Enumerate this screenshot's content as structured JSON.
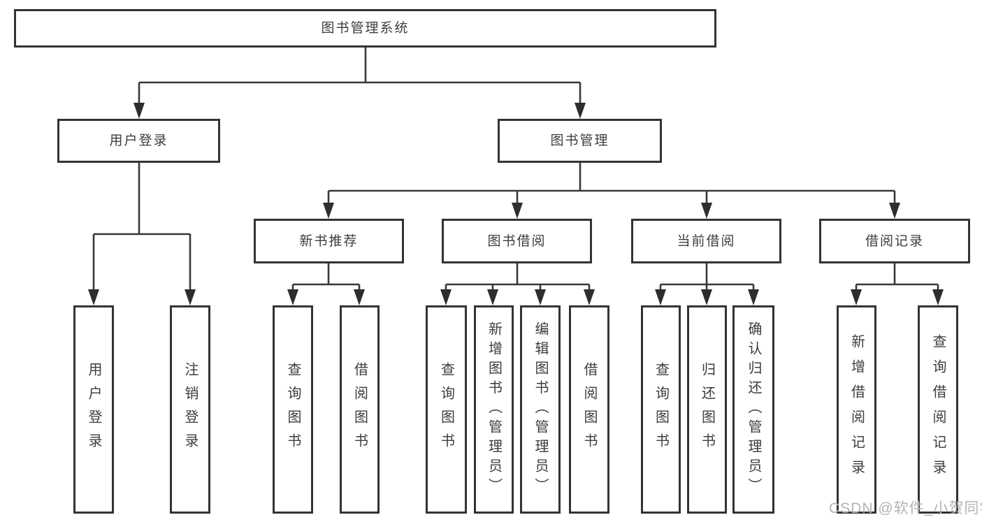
{
  "watermark": "CSDN @软件_小贺同学",
  "colors": {
    "line": "#383838",
    "arrow": "#2e2e2e",
    "box_border": "#333333",
    "text": "#3d3d3d",
    "watermark": "#b3b3b3",
    "background": "#ffffff"
  },
  "tree": {
    "root": {
      "label": "图书管理系统",
      "children": [
        {
          "label": "用户登录",
          "children": [
            {
              "label": "用户登录"
            },
            {
              "label": "注销登录"
            }
          ]
        },
        {
          "label": "图书管理",
          "children": [
            {
              "label": "新书推荐",
              "children": [
                {
                  "label": "查询图书"
                },
                {
                  "label": "借阅图书"
                }
              ]
            },
            {
              "label": "图书借阅",
              "children": [
                {
                  "label": "查询图书"
                },
                {
                  "label": "新增图书（管理员）"
                },
                {
                  "label": "编辑图书（管理员）"
                },
                {
                  "label": "借阅图书"
                }
              ]
            },
            {
              "label": "当前借阅",
              "children": [
                {
                  "label": "查询图书"
                },
                {
                  "label": "归还图书"
                },
                {
                  "label": "确认归还（管理员）"
                }
              ]
            },
            {
              "label": "借阅记录",
              "children": [
                {
                  "label": "新增借阅记录"
                },
                {
                  "label": "查询借阅记录"
                }
              ]
            }
          ]
        }
      ]
    }
  }
}
